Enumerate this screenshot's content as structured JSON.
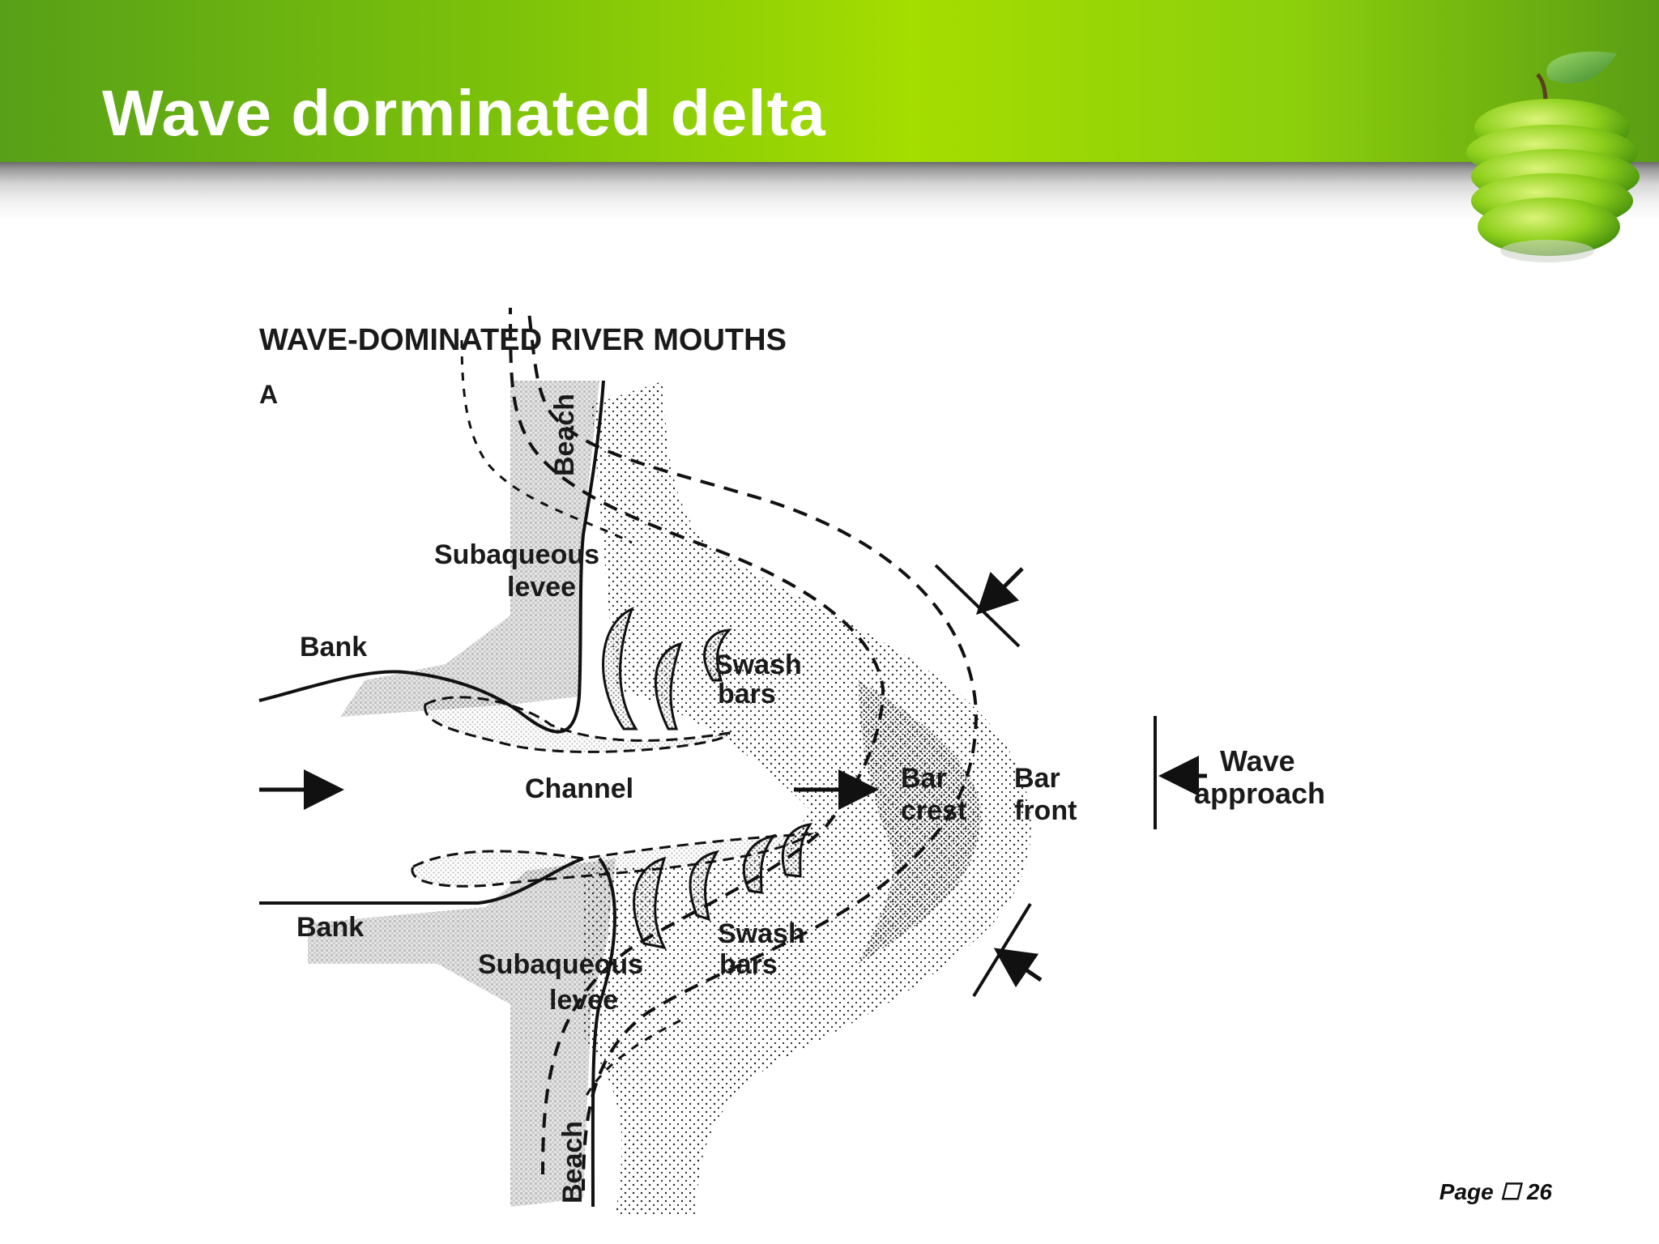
{
  "slide": {
    "title": "Wave dorminated delta",
    "page_label": "Page",
    "page_glyph": "☐",
    "page_number": "26"
  },
  "theme": {
    "header_green": "#8ccf0c",
    "title_color": "#ffffff",
    "ink": "#1a1a1a"
  },
  "decor": {
    "logo_icon": "green-apple-icon"
  },
  "diagram": {
    "heading": "WAVE-DOMINATED RIVER MOUTHS",
    "panel_letter": "A",
    "labels": {
      "beach_top": "Beach",
      "beach_bottom": "Beach",
      "subaqueous_top": "Subaqueous",
      "levee_top": "levee",
      "subaqueous_bottom": "Subaqueous",
      "levee_bottom": "levee",
      "bank_top": "Bank",
      "bank_bottom": "Bank",
      "swash_top": "Swash",
      "bars_top": "bars",
      "swash_bottom": "Swash",
      "bars_bottom": "bars",
      "channel": "Channel",
      "bar_crest_1": "Bar",
      "bar_crest_2": "crest",
      "bar_front_1": "Bar",
      "bar_front_2": "front",
      "wave_1": "Wave",
      "wave_2": "approach"
    }
  }
}
